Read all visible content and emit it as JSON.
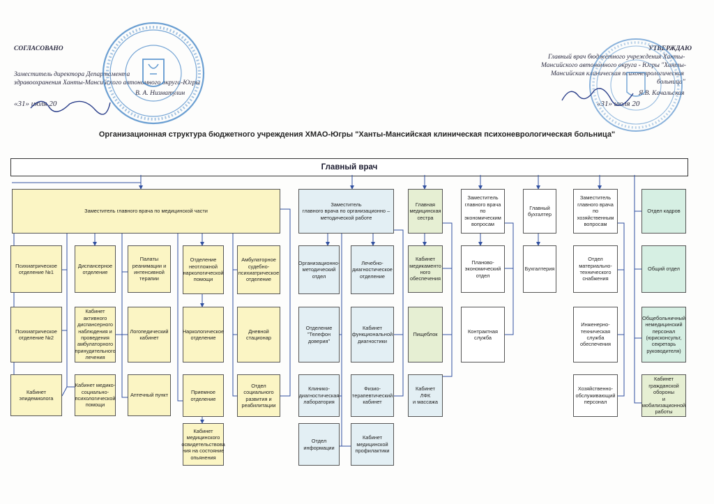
{
  "header": {
    "left": {
      "heading": "СОГЛАСОВАНО",
      "position_line1": "Заместитель директора Департамента",
      "position_line2": "здравоохранения Ханты-Мансийского автономного округа-Югры",
      "signer": "В. А. Низматулин",
      "date_day": "31",
      "date_month": "июля",
      "date_year": "20"
    },
    "right": {
      "heading": "УТВЕРЖДАЮ",
      "position_line1": "Главный врач бюджетного учреждения Ханты-",
      "position_line2": "Мансийского автономного округа - Югры \"Ханты-",
      "position_line3": "Мансийская клиническая психоневрологическая",
      "position_line4": "больница\"",
      "signer": "Я.В. Качальская",
      "date_day": "31",
      "date_month": "июля",
      "date_year": "20"
    }
  },
  "title": "Организационная структура бюджетного учреждения ХМАО-Югры \"Ханты-Мансийская клиническая психоневрологическая больница\"",
  "chief": "Главный врач",
  "stamp_colors": {
    "ink": "#3a7fc4"
  },
  "colors": {
    "yellow": "#fbf5c4",
    "blue": "#e3eff4",
    "green": "#e6efd3",
    "teal": "#d6efe3"
  },
  "units": {
    "dep_medical": "Заместитель главного врача по медицинской части",
    "dep_method": "Заместитель\nглавного врача по организационно –\nметодической работе",
    "head_nurse": "Главная\nмедицинская\nсестра",
    "dep_econ": "Заместитель\nглавного врача\nпо\nэкономическим\nвопросам",
    "chief_accountant": "Главный\nбухгалтер",
    "dep_household": "Заместитель\nглавного врача\nпо хозяйственным\nвопросам",
    "personnel": "Отдел кадров",
    "psych1": "Психиатрическое\nотделение №1",
    "psych2": "Психиатрическое\nотделение №2",
    "epidemiologist": "Кабинет\nэпидемиолога",
    "dispensary": "Диспансерное\nотделение",
    "active_dispensary": "Кабинет\nактивного\nдиспансерного\nнаблюдения и\nпроведения\nамбулаторного\nпринудительного\nлечения",
    "med_social": "Кабинет медико-\nсоциально-\nпсихологической\nпомощи",
    "icu": "Палаты\nреанимации и\nинтенсивной\nтерапии",
    "speech": "Логопедический\nкабинет",
    "pharmacy": "Аптечный пункт",
    "narco_emergency": "Отделение\nнеотложной\nнаркологической\nпомощи",
    "narcology": "Наркологическое\nотделение",
    "reception": "Приемное\nотделение",
    "med_exam": "Кабинет\nмедицинского\nосвидетельствова\nния на состояние\nопьянения",
    "forensic": "Амбулаторное\nсудебно-\nпсихиатрическое\nотделение",
    "day_hospital": "Дневной\nстационар",
    "social_rehab": "Отдел\nсоциального\nразвития и\nреабилитации",
    "org_method": "Организационно-\nметодический\nотдел",
    "helpline": "Отделение\n\"Телефон\nдоверия\"",
    "clinical_lab": "Клинико-\nдиагностическая\nлаборатория",
    "information": "Отдел\nинформации",
    "diagnostics": "Лечебно-\nдиагностическое\nотделение",
    "functional": "Кабинет\nфункциональной\nдиагностики",
    "physio": "Физио-\nтерапевтический\nкабинет",
    "prevention": "Кабинет\nмедицинской\nпрофилактики",
    "drugs": "Кабинет\nмедикаменто\nного\nобеспечения",
    "food": "Пищеблок",
    "lfk": "Кабинет ЛФК\nи массажа",
    "planning": "Планово-\nэкономический\nотдел",
    "contract": "Контрактная\nслужба",
    "accounting": "Бухгалтерия",
    "material": "Отдел\nматериально-\nтехнического\nснабжения",
    "engineering": "Инженерно-\nтехническая\nслужба\nобеспечения",
    "household": "Хозяйственно-\nобслуживающий\nперсонал",
    "general": "Общий отдел",
    "nonmedical": "Общебольничный\nнемедицинский\nперсонал\n(юрисконсульт,\nсекретарь\nруководителя)",
    "civil_defense": "Кабинет\nгражданской\nобороны\nи\nмобилизационной\nработы"
  }
}
